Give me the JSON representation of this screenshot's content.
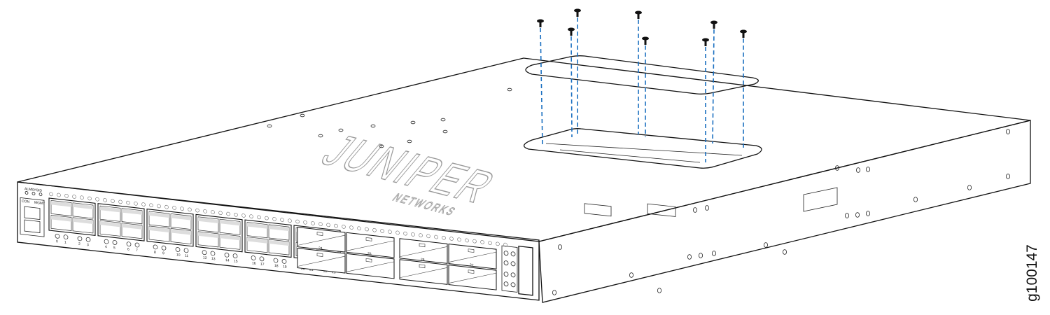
{
  "figure_id": "g100147",
  "logo": {
    "brand": "JUNIPER",
    "sub": "NETWORKS"
  },
  "front_panel": {
    "leds": [
      "ALM",
      "SYS",
      "ID"
    ],
    "console_label": "CON",
    "mgmt_label": "MGMT",
    "sfp_port_numbers": [
      "0",
      "1",
      "2",
      "3",
      "4",
      "5",
      "6",
      "7",
      "8",
      "9",
      "10",
      "11",
      "12",
      "13",
      "14",
      "15",
      "16",
      "17",
      "18",
      "19",
      "20",
      "21",
      "22",
      "23"
    ],
    "qsfp_port_numbers": [
      "24",
      "25",
      "26",
      "27"
    ]
  },
  "screws": {
    "count": 8
  },
  "colors": {
    "guide_line": "#1a6fc0",
    "outline": "#111111",
    "logo": "#9a9a9a"
  }
}
